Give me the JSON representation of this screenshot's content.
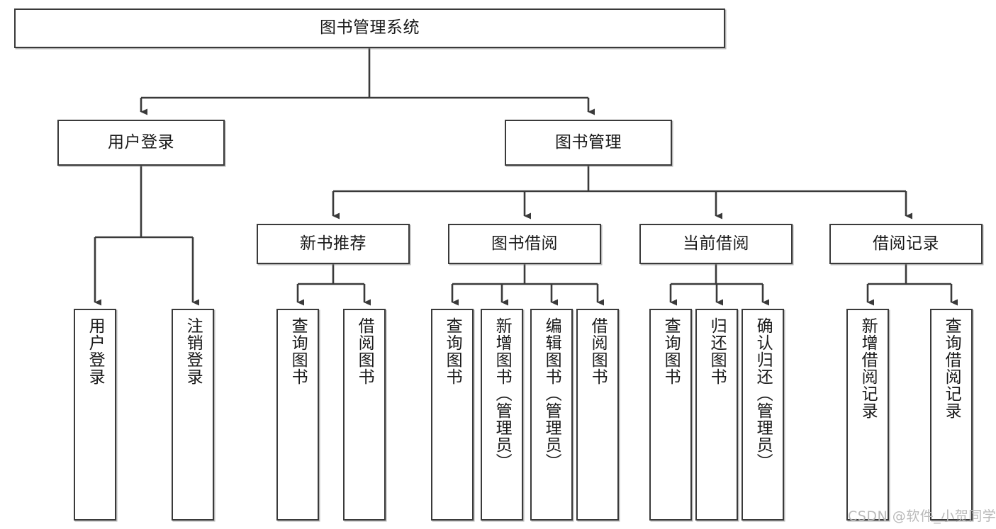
{
  "diagram": {
    "type": "tree",
    "title": "图书管理系统",
    "orientation": "top-down",
    "line_color": "#3a3a3a",
    "box_fill": "#ffffff",
    "text_color": "#1a1a1a",
    "levels": [
      {
        "level": 1,
        "nodes": [
          {
            "id": "root",
            "label": "图书管理系统",
            "text_dir": "horizontal"
          }
        ]
      },
      {
        "level": 2,
        "nodes": [
          {
            "id": "user-login",
            "label": "用户登录",
            "text_dir": "horizontal",
            "parent": "root"
          },
          {
            "id": "book-manage",
            "label": "图书管理",
            "text_dir": "horizontal",
            "parent": "root"
          }
        ]
      },
      {
        "level": 3,
        "nodes": [
          {
            "id": "new-book-rec",
            "label": "新书推荐",
            "text_dir": "horizontal",
            "parent": "book-manage"
          },
          {
            "id": "book-borrow",
            "label": "图书借阅",
            "text_dir": "horizontal",
            "parent": "book-manage"
          },
          {
            "id": "current-borrow",
            "label": "当前借阅",
            "text_dir": "horizontal",
            "parent": "book-manage"
          },
          {
            "id": "borrow-record",
            "label": "借阅记录",
            "text_dir": "horizontal",
            "parent": "book-manage"
          }
        ]
      },
      {
        "level": 4,
        "nodes": [
          {
            "id": "leaf-user-login",
            "label": "用户登录",
            "text_dir": "vertical",
            "parent": "user-login"
          },
          {
            "id": "leaf-logout",
            "label": "注销登录",
            "text_dir": "vertical",
            "parent": "user-login"
          },
          {
            "id": "leaf-rec-query",
            "label": "查询图书",
            "text_dir": "vertical",
            "parent": "new-book-rec"
          },
          {
            "id": "leaf-rec-borrow",
            "label": "借阅图书",
            "text_dir": "vertical",
            "parent": "new-book-rec"
          },
          {
            "id": "leaf-borrow-query",
            "label": "查询图书",
            "text_dir": "vertical",
            "parent": "book-borrow"
          },
          {
            "id": "leaf-add-book",
            "label": "新增图书（管理员）",
            "text_dir": "vertical",
            "parent": "book-borrow"
          },
          {
            "id": "leaf-edit-book",
            "label": "编辑图书（管理员）",
            "text_dir": "vertical",
            "parent": "book-borrow"
          },
          {
            "id": "leaf-borrow-book",
            "label": "借阅图书",
            "text_dir": "vertical",
            "parent": "book-borrow"
          },
          {
            "id": "leaf-cur-query",
            "label": "查询图书",
            "text_dir": "vertical",
            "parent": "current-borrow"
          },
          {
            "id": "leaf-return-book",
            "label": "归还图书",
            "text_dir": "vertical",
            "parent": "current-borrow"
          },
          {
            "id": "leaf-confirm-return",
            "label": "确认归还（管理员）",
            "text_dir": "vertical",
            "parent": "current-borrow"
          },
          {
            "id": "leaf-add-record",
            "label": "新增借阅记录",
            "text_dir": "vertical",
            "parent": "borrow-record"
          },
          {
            "id": "leaf-query-record",
            "label": "查询借阅记录",
            "text_dir": "vertical",
            "parent": "borrow-record"
          }
        ]
      }
    ]
  },
  "watermark": {
    "text": "CSDN @软件_小贺同学"
  }
}
